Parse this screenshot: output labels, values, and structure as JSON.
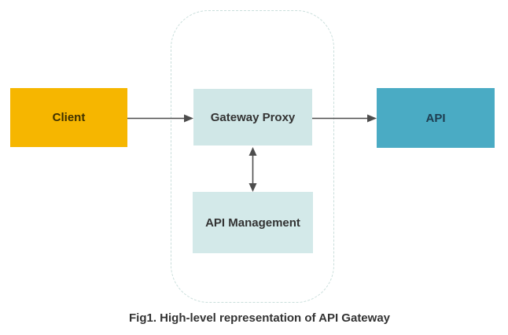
{
  "diagram": {
    "caption": "Fig1. High-level representation of API Gateway",
    "nodes": {
      "client": {
        "label": "Client",
        "fill": "#f6b600",
        "text_color": "#3d3000"
      },
      "gateway_proxy": {
        "label": "Gateway Proxy",
        "fill": "#d0e7e7",
        "text_color": "#333333"
      },
      "api_management": {
        "label": "API Management",
        "fill": "#d3e9e9",
        "text_color": "#333333"
      },
      "api": {
        "label": "API",
        "fill": "#4aabc4",
        "text_color": "#1e3d50"
      }
    },
    "container": {
      "border_color": "#c9dedb",
      "border_style": "dashed"
    },
    "arrows": {
      "color": "#4d4d4d",
      "items": [
        {
          "from": "client",
          "to": "gateway_proxy",
          "direction": "right"
        },
        {
          "from": "gateway_proxy",
          "to": "api",
          "direction": "right"
        },
        {
          "from": "gateway_proxy",
          "to": "api_management",
          "direction": "both"
        }
      ]
    }
  }
}
